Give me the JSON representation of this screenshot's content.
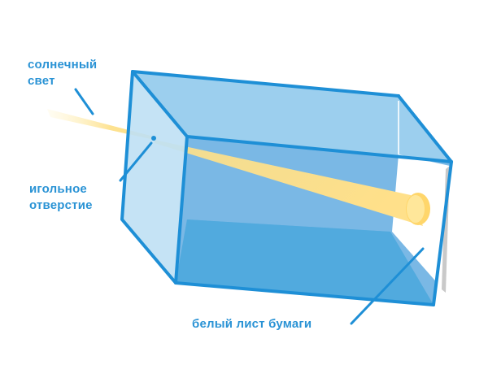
{
  "labels": {
    "sunlight_line1": "солнечный",
    "sunlight_line2": "свет",
    "pinhole_line1": "игольное",
    "pinhole_line2": "отверстие",
    "paper": "белый лист бумаги"
  },
  "colors": {
    "outline": "#1e8fd6",
    "label": "#2a93d5",
    "front_face": "#bfe0f4",
    "top_face": "#8dc8ec",
    "back_inner": "#7ab8e5",
    "bottom_inner": "#59addf",
    "beam": "#fde08a",
    "spot": "#ffd66b",
    "paper": "#ffffff"
  }
}
